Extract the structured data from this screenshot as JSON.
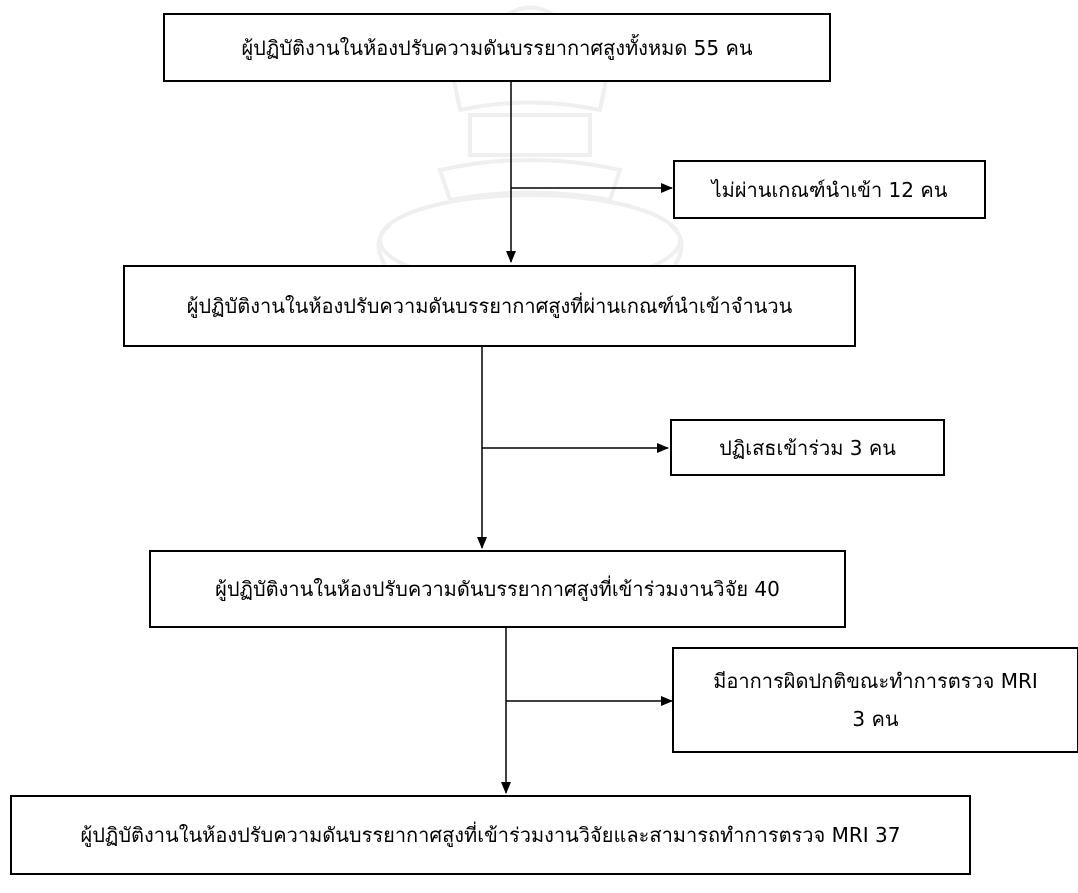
{
  "watermark": {
    "text": "Chulalongkorn University"
  },
  "flow": {
    "box1": "ผู้ปฏิบัติงานในห้องปรับความดันบรรยากาศสูงทั้งหมด 55 คน",
    "excl1": "ไม่ผ่านเกณฑ์นำเข้า 12 คน",
    "box2": "ผู้ปฏิบัติงานในห้องปรับความดันบรรยากาศสูงที่ผ่านเกณฑ์นำเข้าจำนวน",
    "excl2": "ปฏิเสธเข้าร่วม 3 คน",
    "box3": "ผู้ปฏิบัติงานในห้องปรับความดันบรรยากาศสูงที่เข้าร่วมงานวิจัย 40",
    "excl3_line1": "มีอาการผิดปกติขณะทำการตรวจ MRI",
    "excl3_line2": "3 คน",
    "box4": "ผู้ปฏิบัติงานในห้องปรับความดันบรรยากาศสูงที่เข้าร่วมงานวิจัยและสามารถทำการตรวจ MRI 37"
  }
}
